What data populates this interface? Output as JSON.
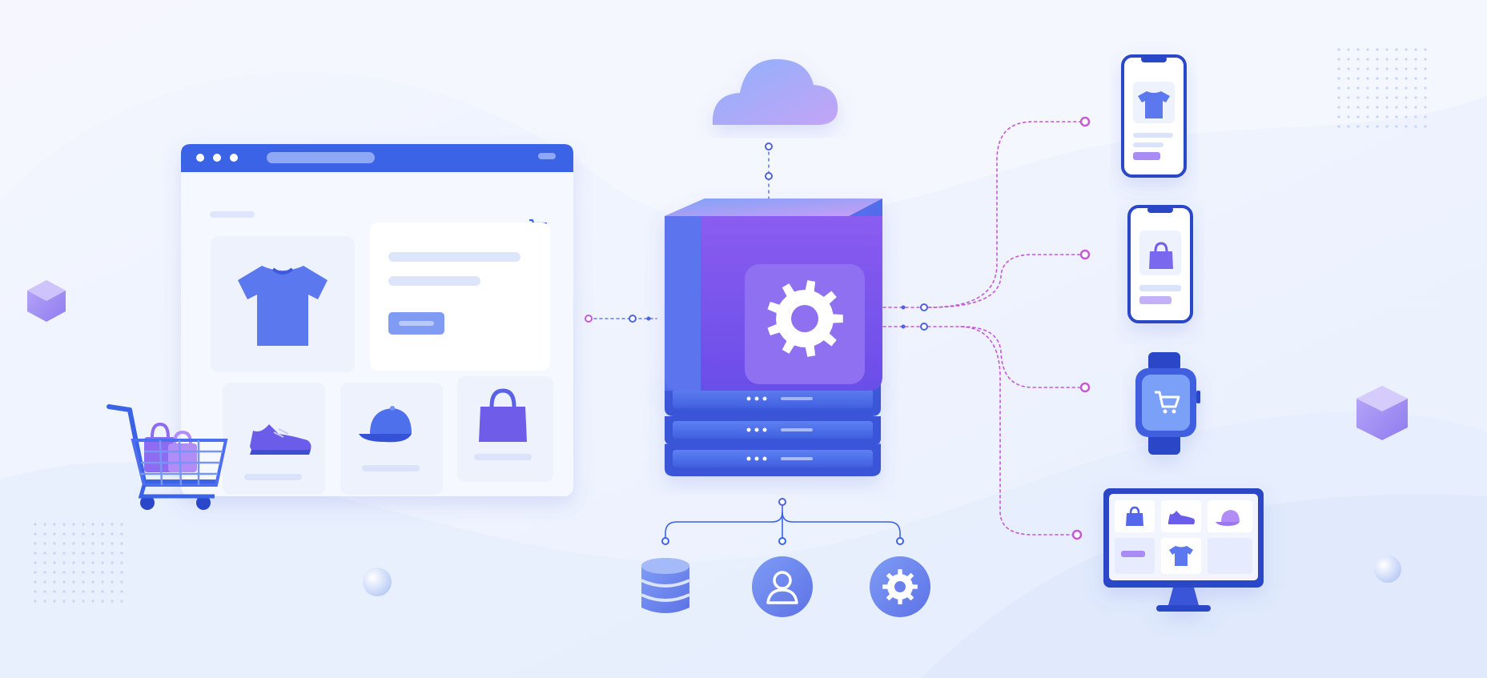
{
  "colors": {
    "background": "#eef3fd",
    "primary_blue": "#3b63e6",
    "accent_purple": "#8a5cf0",
    "soft_purple": "#a98bf5",
    "connector_pink": "#c45ad6",
    "card_white": "#ffffff",
    "pale_panel": "#f4f7fe"
  },
  "icons": {
    "cloud": "cloud-icon",
    "server_gear": "gear-icon",
    "database": "database-icon",
    "user": "user-icon",
    "settings": "settings-icon",
    "cart": "shopping-cart-icon",
    "tshirt": "tshirt-icon",
    "sneaker": "sneaker-icon",
    "cap": "cap-icon",
    "bag": "shopping-bag-icon"
  },
  "browser": {
    "products": [
      "tshirt-icon",
      "sneaker-icon",
      "cap-icon",
      "shopping-bag-icon"
    ]
  },
  "devices": [
    "phone-tshirt",
    "phone-bag",
    "smartwatch-cart",
    "desktop-store"
  ],
  "service_nodes": [
    "database-icon",
    "user-icon",
    "settings-icon"
  ]
}
